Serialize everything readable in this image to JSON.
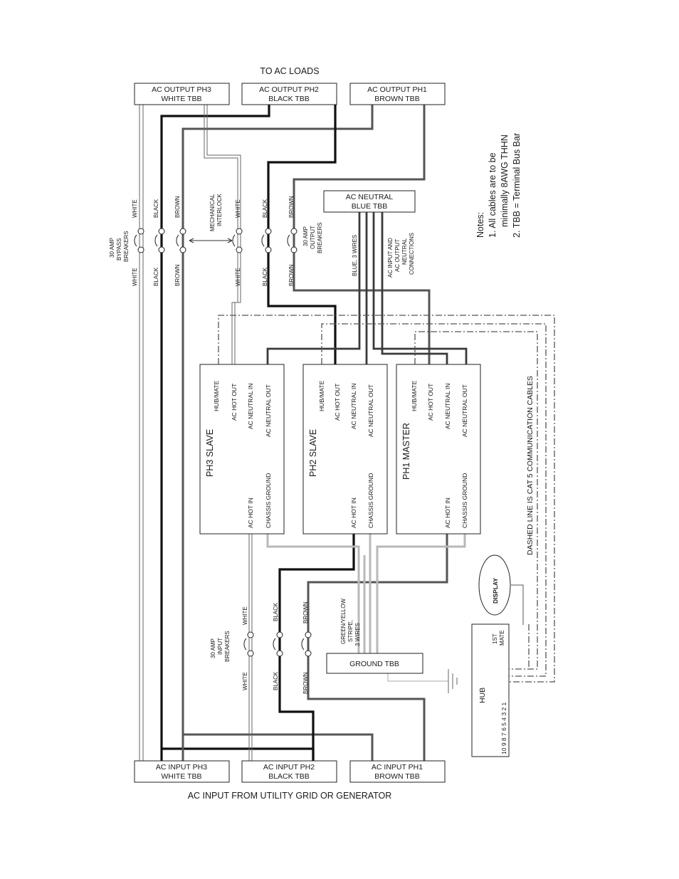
{
  "title_top": "TO AC LOADS",
  "title_bottom": "AC INPUT FROM UTILITY GRID OR GENERATOR",
  "output_tbb": [
    {
      "l1": "AC OUTPUT PH3",
      "l2": "WHITE TBB"
    },
    {
      "l1": "AC OUTPUT PH2",
      "l2": "BLACK TBB"
    },
    {
      "l1": "AC OUTPUT PH1",
      "l2": "BROWN TBB"
    }
  ],
  "input_tbb": [
    {
      "l1": "AC INPUT PH3",
      "l2": "WHITE TBB"
    },
    {
      "l1": "AC INPUT PH2",
      "l2": "BLACK TBB"
    },
    {
      "l1": "AC INPUT PH1",
      "l2": "BROWN TBB"
    }
  ],
  "neutral_tbb": {
    "l1": "AC NEUTRAL",
    "l2": "BLUE TBB"
  },
  "ground_tbb": "GROUND TBB",
  "bypass_breakers": [
    "30 AMP",
    "BYPASS",
    "BREAKERS"
  ],
  "output_breakers": [
    "30 AMP",
    "OUTPUT",
    "BREAKERS"
  ],
  "input_breakers": [
    "30 AMP",
    "INPUT",
    "BREAKERS"
  ],
  "interlock": [
    "MECHANICAL",
    "INTERLOCK"
  ],
  "neutral_conn": [
    "AC INPUT AND",
    "AC OUTPUT",
    "NEUTRAL",
    "CONNECTIONS"
  ],
  "blue_wires": "BLUE, 3 WIRES",
  "ground_wires": [
    "GREEN/YELLOW",
    "STRIPE,",
    "3 WIRES"
  ],
  "wire_white": "WHITE",
  "wire_black": "BLACK",
  "wire_brown": "BROWN",
  "inverters": [
    {
      "name": "PH3 SLAVE"
    },
    {
      "name": "PH2 SLAVE"
    },
    {
      "name": "PH1 MASTER"
    }
  ],
  "terminals": {
    "hub_mate": "HUB/MATE",
    "ac_hot_out": "AC HOT OUT",
    "ac_neutral_in": "AC NEUTRAL IN",
    "ac_neutral_out": "AC NEUTRAL OUT",
    "ac_hot_in": "AC HOT IN",
    "chassis_ground": "CHASSIS GROUND"
  },
  "dashed_note": "DASHED LINE IS CAT 5 COMMUNICATION CABLES",
  "display_label": "DISPLAY",
  "hub": {
    "label": "HUB",
    "ports": "10 9 8 7 6 5 4 3 2 1",
    "mate": [
      "1ST",
      "MATE"
    ]
  },
  "notes": {
    "heading": "Notes:",
    "line1": "1. All cables are to be",
    "line2": "minimally 8AWG THHN",
    "line3": "2. TBB = Terminal Bus Bar"
  },
  "colors": {
    "black_wire": "#111111",
    "brown_wire": "#5a5a5a",
    "blue_wire": "#3a3a3a",
    "ground_wire": "#b8b8b8",
    "white_wire": "#777777"
  }
}
